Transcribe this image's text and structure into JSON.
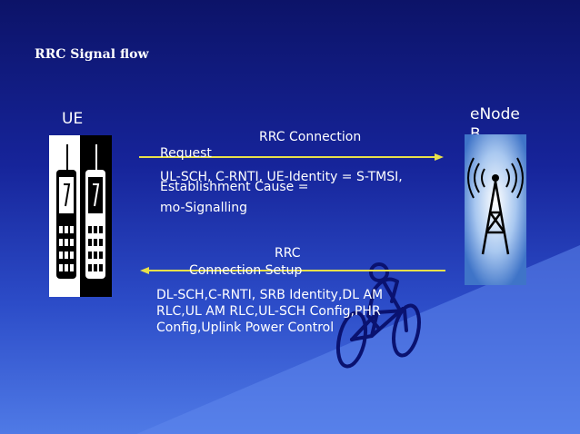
{
  "slide": {
    "title": "RRC Signal flow",
    "ue_label": "UE",
    "enodeb_label": "eNode B",
    "request": {
      "line1": "RRC Connection",
      "line2": "Request",
      "param1": "UL-SCH, C-RNTI, UE-Identity = S-TMSI,",
      "param2": "Establishment Cause =",
      "param3": "mo-Signalling"
    },
    "setup": {
      "line1": "RRC",
      "line2": "Connection Setup",
      "param1": "DL-SCH,C-RNTI, SRB Identity,DL AM",
      "param2": "RLC,UL AM RLC,UL-SCH Config,PHR",
      "param3": "Config,Uplink Power Control"
    }
  },
  "colors": {
    "arrow_request": "#e8e04a",
    "arrow_setup": "#e8e04a",
    "background_top": "#0c1368",
    "background_bottom": "#4f7ae6"
  },
  "icons": [
    "mobile-phone-icon",
    "antenna-tower-icon",
    "cyclist-icon"
  ]
}
